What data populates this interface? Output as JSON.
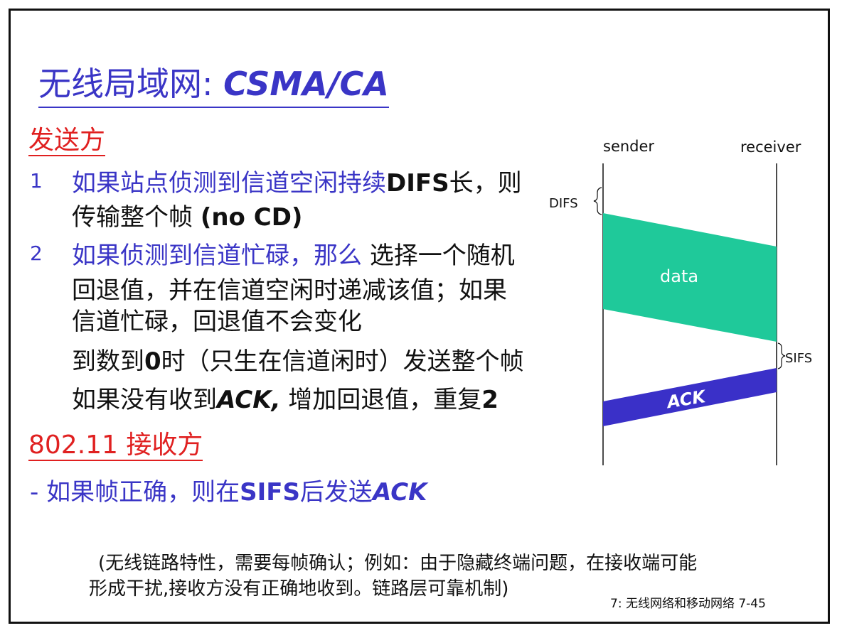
{
  "title": {
    "prefix": "无线局域网: ",
    "main": "CSMA/CA"
  },
  "sender_heading": "发送方",
  "item1": {
    "num": "1",
    "text": "如果站点侦测到信道空闲持续",
    "bold": "DIFS",
    "tail": "长，则",
    "line2": "传输整个帧 ",
    "line2_bold": "(no CD)"
  },
  "item2": {
    "num": "2",
    "lead": "如果侦测到信道忙碌，那么 ",
    "rest": "选择一个随机",
    "line2": "回退值，并在信道空闲时递减该值；如果",
    "line3": "信道忙碌，回退值不会变化",
    "line4_a": "到数到",
    "line4_b": "0",
    "line4_c": "时（只生在信道闲时）发送整个帧",
    "line5_a": "如果没有收到",
    "line5_b": "ACK,",
    "line5_c": " 增加回退值，重复",
    "line5_d": "2"
  },
  "receiver_heading": "802.11 接收方",
  "receiver_item": {
    "dash": "- ",
    "text_a": "如果帧正确，则在",
    "text_b": "SIFS",
    "text_c": "后发送",
    "text_d": "ACK"
  },
  "footnote": {
    "line1": "(无线链路特性，需要每帧确认；例如：由于隐藏终端问题，在接收端可能",
    "line2": "形成干扰,接收方没有正确地收到。链路层可靠机制)"
  },
  "slide_number": "7: 无线网络和移动网络   7-45",
  "diagram": {
    "sender_label": "sender",
    "receiver_label": "receiver",
    "difs_label": "DIFS",
    "sifs_label": "SIFS",
    "data_label": "data",
    "ack_label": "ACK",
    "data_color": "#1fc99a",
    "ack_color": "#3a30c8"
  },
  "colors": {
    "blue": "#3a35c6",
    "red": "#e02020",
    "text": "#111111"
  }
}
